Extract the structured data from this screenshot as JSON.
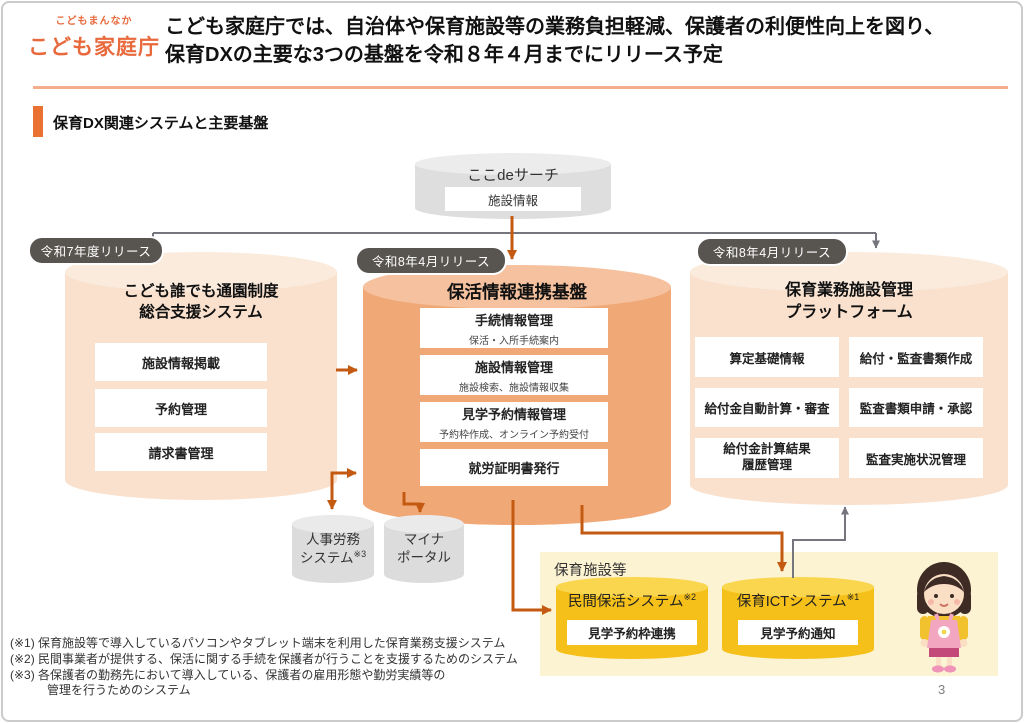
{
  "header": {
    "logo_tagline": "こどもまんなか",
    "logo_title": "こども家庭庁",
    "headline_line1": "こども家庭庁では、自治体や保育施設等の業務負担軽減、保護者の利便性向上を図り、",
    "headline_line2": "保育DXの主要な3つの基盤を令和８年４月までにリリース予定"
  },
  "section": {
    "title": "保育DX関連システムと主要基盤"
  },
  "diagram": {
    "search": {
      "title": "ここdeサーチ",
      "box": "施設情報"
    },
    "left_cylinder": {
      "badge": "令和7年度リリース",
      "title_line1": "こども誰でも通園制度",
      "title_line2": "総合支援システム",
      "boxes": [
        "施設情報掲載",
        "予約管理",
        "請求書管理"
      ]
    },
    "center_cylinder": {
      "badge": "令和8年4月リリース",
      "title": "保活情報連携基盤",
      "boxes": [
        {
          "label": "手続情報管理",
          "sub": "保活・入所手続案内"
        },
        {
          "label": "施設情報管理",
          "sub": "施設検索、施設情報収集"
        },
        {
          "label": "見学予約情報管理",
          "sub": "予約枠作成、オンライン予約受付"
        },
        {
          "label": "就労証明書発行",
          "sub": ""
        }
      ]
    },
    "right_cylinder": {
      "badge": "令和8年4月リリース",
      "title_line1": "保育業務施設管理",
      "title_line2": "プラットフォーム",
      "boxes_left": [
        "算定基礎情報",
        "給付金自動計算・審査",
        "給付金計算結果\n履歴管理"
      ],
      "boxes_right": [
        "給付・監査書類作成",
        "監査書類申請・承認",
        "監査実施状況管理"
      ]
    },
    "hr_system": {
      "line1": "人事労務",
      "line2": "システム",
      "sup": "※3"
    },
    "myna_portal": {
      "line1": "マイナ",
      "line2": "ポータル"
    },
    "facility_area": {
      "label": "保育施設等",
      "private_system": {
        "title": "民間保活システム",
        "sup": "※2",
        "box": "見学予約枠連携"
      },
      "ict_system": {
        "title": "保育ICTシステム",
        "sup": "※1",
        "box": "見学予約通知"
      }
    }
  },
  "footnotes": [
    "(※1) 保育施設等で導入しているパソコンやタブレット端末を利用した保育業務支援システム",
    "(※2) 民間事業者が提供する、保活に関する手続を保護者が行うことを支援するためのシステム",
    "(※3) 各保護者の勤務先において導入している、保護者の雇用形態や勤労実績等の",
    "管理を行うためのシステム"
  ],
  "page_number": "3",
  "colors": {
    "brand_orange": "#e8693c",
    "section_bar": "#e97132",
    "header_rule": "#f4ae8e",
    "arrow_orange": "#c45a11",
    "line_slate": "#75757e",
    "cylinder_center": "#f1a877",
    "cylinder_light": "#fae1ce",
    "cylinder_gray": "#dcdcdc",
    "badge_bg": "#585450",
    "yellow_area": "#fcf3d2",
    "yellow_cylinder": "#f5c01a"
  }
}
